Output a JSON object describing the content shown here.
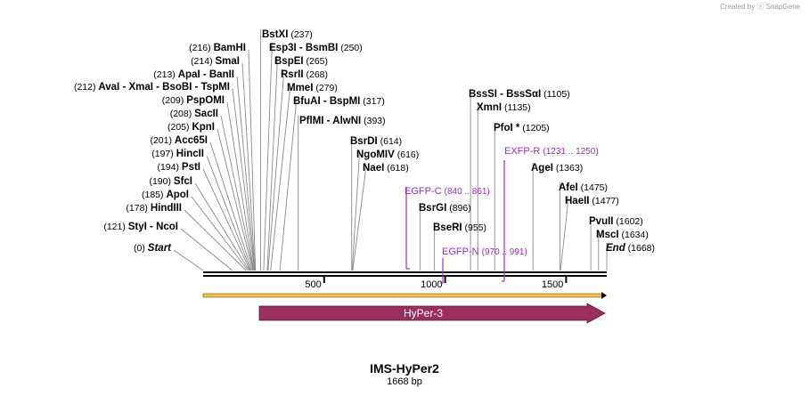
{
  "credit": {
    "prefix": "Created by",
    "logo_icon": "snapgene-logo-icon",
    "brand": "SnapGene"
  },
  "title": "IMS-HyPer2",
  "subtitle": "1668 bp",
  "map": {
    "length": 1668,
    "ticks": [
      {
        "pos": 500,
        "label": "500"
      },
      {
        "pos": 1000,
        "label": "1000"
      },
      {
        "pos": 1500,
        "label": "1500"
      }
    ],
    "feature": {
      "label": "HyPer-3",
      "start": 232,
      "end": 1668,
      "color": "#9b2e5e"
    },
    "orf_color": "#f2c24e",
    "primer_color": "#a02bc8",
    "sites": [
      {
        "coord": "(0)",
        "names": [
          "Start"
        ],
        "italic": true,
        "pos": 0
      },
      {
        "coord": "(121)",
        "names": [
          "StyI",
          "NcoI"
        ],
        "pos": 121
      },
      {
        "coord": "(178)",
        "names": [
          "HindIII"
        ],
        "pos": 178
      },
      {
        "coord": "(185)",
        "names": [
          "ApoI"
        ],
        "pos": 185
      },
      {
        "coord": "(190)",
        "names": [
          "SfcI"
        ],
        "pos": 190
      },
      {
        "coord": "(194)",
        "names": [
          "PstI"
        ],
        "pos": 194
      },
      {
        "coord": "(197)",
        "names": [
          "HincII"
        ],
        "pos": 197
      },
      {
        "coord": "(201)",
        "names": [
          "Acc65I"
        ],
        "pos": 201
      },
      {
        "coord": "(205)",
        "names": [
          "KpnI"
        ],
        "pos": 205
      },
      {
        "coord": "(208)",
        "names": [
          "SacII"
        ],
        "pos": 208
      },
      {
        "coord": "(209)",
        "names": [
          "PspOMI"
        ],
        "pos": 209
      },
      {
        "coord": "(212)",
        "names": [
          "AvaI",
          "XmaI",
          "BsoBI",
          "TspMI"
        ],
        "pos": 212
      },
      {
        "coord": "(213)",
        "names": [
          "ApaI",
          "BanII"
        ],
        "pos": 213
      },
      {
        "coord": "(214)",
        "names": [
          "SmaI"
        ],
        "pos": 214
      },
      {
        "coord": "(216)",
        "names": [
          "BamHI"
        ],
        "pos": 216
      },
      {
        "coord": "(237)",
        "names": [
          "BstXI"
        ],
        "pos": 237
      },
      {
        "coord": "(250)",
        "names": [
          "Esp3I",
          "BsmBI"
        ],
        "pos": 250
      },
      {
        "coord": "(265)",
        "names": [
          "BspEI"
        ],
        "pos": 265
      },
      {
        "coord": "(268)",
        "names": [
          "RsrII"
        ],
        "pos": 268
      },
      {
        "coord": "(279)",
        "names": [
          "MmeI"
        ],
        "pos": 279
      },
      {
        "coord": "(317)",
        "names": [
          "BfuAI",
          "BspMI"
        ],
        "pos": 317
      },
      {
        "coord": "(393)",
        "names": [
          "PflMI",
          "AlwNI"
        ],
        "pos": 393
      },
      {
        "coord": "(614)",
        "names": [
          "BsrDI"
        ],
        "pos": 614
      },
      {
        "coord": "(616)",
        "names": [
          "NgoMIV"
        ],
        "pos": 616
      },
      {
        "coord": "(618)",
        "names": [
          "NaeI"
        ],
        "pos": 618
      },
      {
        "coord": "(896)",
        "names": [
          "BsrGI"
        ],
        "pos": 896
      },
      {
        "coord": "(955)",
        "names": [
          "BseRI"
        ],
        "pos": 955
      },
      {
        "coord": "(1105)",
        "names": [
          "BssSI",
          "BssSαI"
        ],
        "pos": 1105
      },
      {
        "coord": "(1135)",
        "names": [
          "XmnI"
        ],
        "pos": 1135
      },
      {
        "coord": "(1205)",
        "names": [
          "PfoI *"
        ],
        "pos": 1205
      },
      {
        "coord": "(1363)",
        "names": [
          "AgeI"
        ],
        "pos": 1363
      },
      {
        "coord": "(1475)",
        "names": [
          "AfeI"
        ],
        "pos": 1475
      },
      {
        "coord": "(1477)",
        "names": [
          "HaeII"
        ],
        "pos": 1477
      },
      {
        "coord": "(1602)",
        "names": [
          "PvuII"
        ],
        "pos": 1602
      },
      {
        "coord": "(1634)",
        "names": [
          "MscI"
        ],
        "pos": 1634
      },
      {
        "coord": "(1668)",
        "names": [
          "End"
        ],
        "italic": true,
        "pos": 1668
      }
    ],
    "primers": [
      {
        "name": "EXFP-R",
        "range": "(1231 .. 1250)",
        "start": 1231,
        "end": 1250,
        "strand": "reverse"
      },
      {
        "name": "EGFP-C",
        "range": "(840 .. 861)",
        "start": 840,
        "end": 861,
        "strand": "forward"
      },
      {
        "name": "EGFP-N",
        "range": "(970 .. 991)",
        "start": 970,
        "end": 991,
        "strand": "reverse"
      }
    ]
  }
}
